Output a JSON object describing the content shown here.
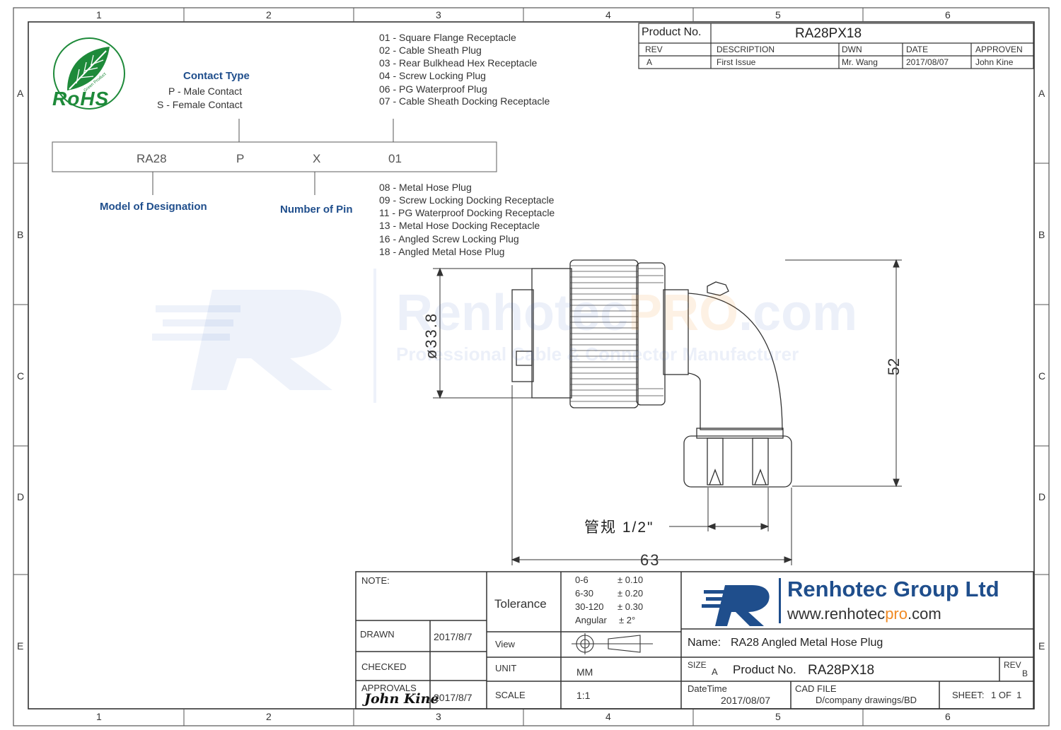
{
  "grid": {
    "cols": [
      "1",
      "2",
      "3",
      "4",
      "5",
      "6"
    ],
    "rows": [
      "A",
      "B",
      "C",
      "D",
      "E"
    ]
  },
  "rohs": {
    "text": "RoHS",
    "green_label": "Green Product"
  },
  "legend": {
    "contact_type_title": "Contact Type",
    "contact_p": "P - Male Contact",
    "contact_s": "S - Female Contact",
    "codes_top": [
      "01 - Square Flange Receptacle",
      "02 - Cable Sheath Plug",
      "03 - Rear Bulkhead Hex Receptacle",
      "04 - Screw Locking Plug",
      "06 - PG Waterproof Plug",
      "07 - Cable Sheath Docking Receptacle"
    ],
    "codes_bottom": [
      "08 - Metal Hose Plug",
      "09 - Screw Locking Docking Receptacle",
      "11 - PG Waterproof Docking Receptacle",
      "13 - Metal Hose Docking Receptacle",
      "16 - Angled Screw Locking Plug",
      "18 - Angled Metal Hose Plug"
    ],
    "box": [
      "RA28",
      "P",
      "X",
      "01"
    ],
    "model_label": "Model of Designation",
    "pin_label": "Number of Pin"
  },
  "watermark": {
    "brand_main": "Renhotec",
    "brand_pro": "PRO",
    "brand_tld": ".com",
    "tagline": "Professional Cable & Connector Manufacturer"
  },
  "header_table": {
    "product_no_label": "Product No.",
    "product_no": "RA28PX18",
    "cols": [
      "REV",
      "DESCRIPTION",
      "DWN",
      "DATE",
      "APPROVEN"
    ],
    "row": [
      "A",
      "First Issue",
      "Mr. Wang",
      "2017/08/07",
      "John Kine"
    ]
  },
  "dimensions": {
    "diameter": "ø33.8",
    "height": "52",
    "width": "63",
    "thread": "管规 1/2\""
  },
  "title_block": {
    "note_label": "NOTE:",
    "drawn_label": "DRAWN",
    "drawn_date": "2017/8/7",
    "checked_label": "CHECKED",
    "approvals_label": "APPROVALS",
    "approvals_signature": "John Kine",
    "approvals_date": "2017/8/7",
    "tolerance_label": "Tolerance",
    "tolerances": [
      {
        "range": "0-6",
        "value": "± 0.10"
      },
      {
        "range": "6-30",
        "value": "± 0.20"
      },
      {
        "range": "30-120",
        "value": "± 0.30"
      },
      {
        "range": "Angular",
        "value": "± 2°"
      }
    ],
    "view_label": "View",
    "unit_label": "UNIT",
    "unit_value": "MM",
    "scale_label": "SCALE",
    "scale_value": "1:1",
    "company": "Renhotec Group Ltd",
    "website_pre": "www.renhotec",
    "website_pro": "pro",
    "website_post": ".com",
    "name_label": "Name:",
    "name_value": "RA28 Angled Metal Hose Plug",
    "size_label": "SIZE",
    "size_value": "A",
    "product_no_label": "Product No.",
    "product_no": "RA28PX18",
    "rev_label": "REV",
    "rev_value": "B",
    "datetime_label": "DateTime",
    "datetime_value": "2017/08/07",
    "cad_label": "CAD FILE",
    "cad_value": "D/company drawings/BD",
    "sheet_label": "SHEET:",
    "sheet_value": "1 OF  1"
  },
  "colors": {
    "brand_blue": "#1f4e8c",
    "brand_orange": "#f08a24",
    "rohs_green": "#1e8a3a"
  }
}
